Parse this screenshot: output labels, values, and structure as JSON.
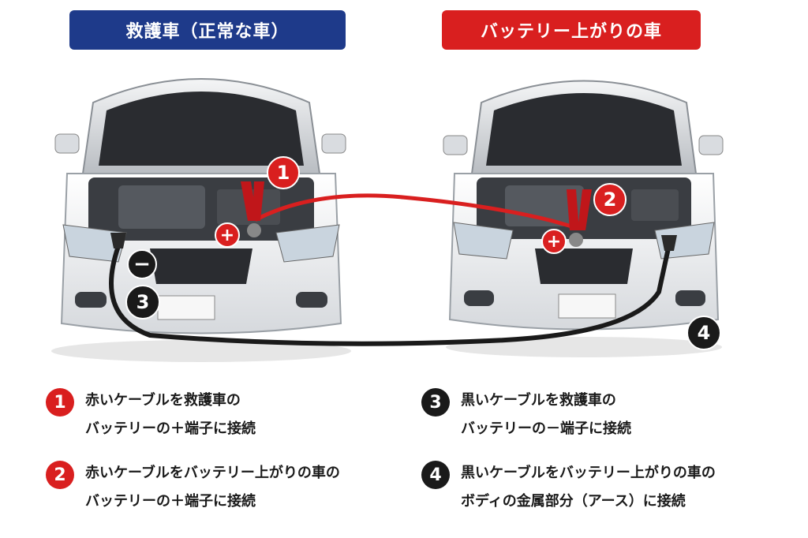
{
  "headers": {
    "rescue": {
      "label": "救護車（正常な車）",
      "color": "#1e3a8a"
    },
    "dead": {
      "label": "バッテリー上がりの車",
      "color": "#d91f1f"
    }
  },
  "markers": {
    "m1": "1",
    "m2": "2",
    "m3": "3",
    "m4": "4",
    "plus": "+",
    "minus": "−"
  },
  "steps": [
    {
      "num": "1",
      "color": "#d91f1f",
      "line1": "赤いケーブルを救護車の",
      "line2": "バッテリーの＋端子に接続"
    },
    {
      "num": "2",
      "color": "#d91f1f",
      "line1": "赤いケーブルをバッテリー上がりの車の",
      "line2": "バッテリーの＋端子に接続"
    },
    {
      "num": "3",
      "color": "#1a1a1a",
      "line1": "黒いケーブルを救護車の",
      "line2": "バッテリーの－端子に接続"
    },
    {
      "num": "4",
      "color": "#1a1a1a",
      "line1": "黒いケーブルをバッテリー上がりの車の",
      "line2": "ボディの金属部分（アース）に接続"
    }
  ],
  "colors": {
    "red_cable": "#d91f1f",
    "black_cable": "#1a1a1a",
    "car_body": "#eef0f2"
  }
}
